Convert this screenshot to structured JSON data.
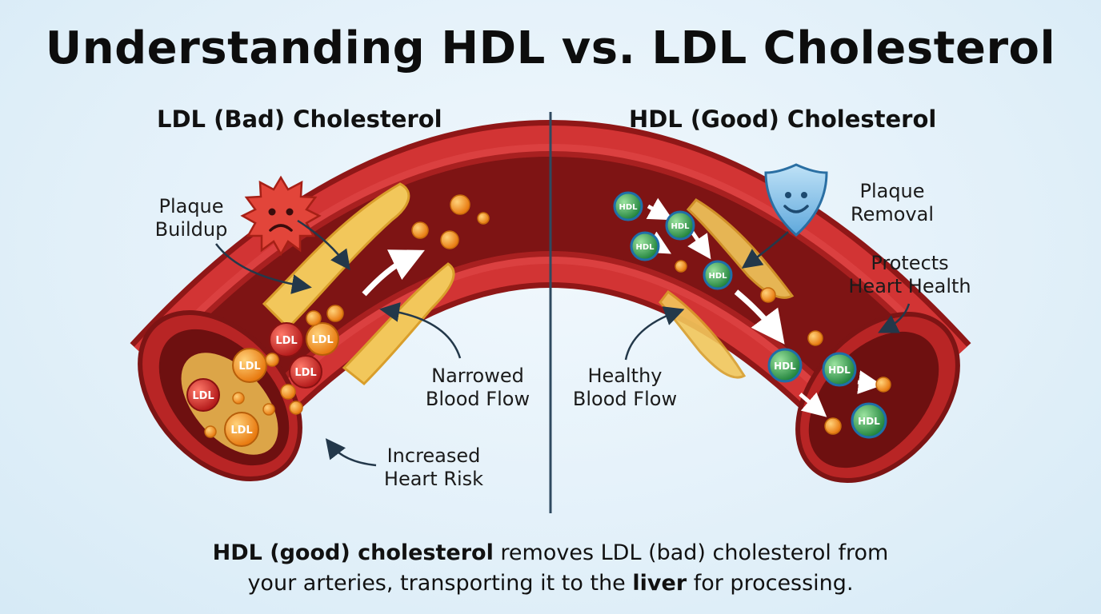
{
  "title": "Understanding HDL vs. LDL Cholesterol",
  "left": {
    "heading": "LDL (Bad) Cholesterol",
    "callouts": {
      "plaque_buildup": [
        "Plaque",
        "Buildup"
      ],
      "narrowed_flow": [
        "Narrowed",
        "Blood Flow"
      ],
      "heart_risk": [
        "Increased",
        "Heart Risk"
      ]
    },
    "particle_label": "LDL"
  },
  "right": {
    "heading": "HDL (Good) Cholesterol",
    "callouts": {
      "plaque_removal": [
        "Plaque",
        "Removal"
      ],
      "protects_heart": [
        "Protects",
        "Heart Health"
      ],
      "healthy_flow": [
        "Healthy",
        "Blood Flow"
      ]
    },
    "particle_label": "HDL"
  },
  "caption": {
    "line1_bold": "HDL (good) cholesterol",
    "line1_rest": " removes LDL (bad) cholesterol from",
    "line2_start": "your arteries, transporting it to the ",
    "line2_bold": "liver",
    "line2_end": " for processing."
  },
  "colors": {
    "artery_outer": "#c72c2c",
    "artery_inner": "#8e1b1b",
    "plaque": "#f2c75b",
    "ldl_red": "#d62b2b",
    "ldl_orange": "#f29a1e",
    "hdl_green": "#3fa35a",
    "hdl_ring": "#1f6fa8",
    "shield": "#7fc0ea",
    "divider": "#2f4a60"
  },
  "icons": [
    "sad-virus-icon",
    "smiling-shield-icon"
  ]
}
